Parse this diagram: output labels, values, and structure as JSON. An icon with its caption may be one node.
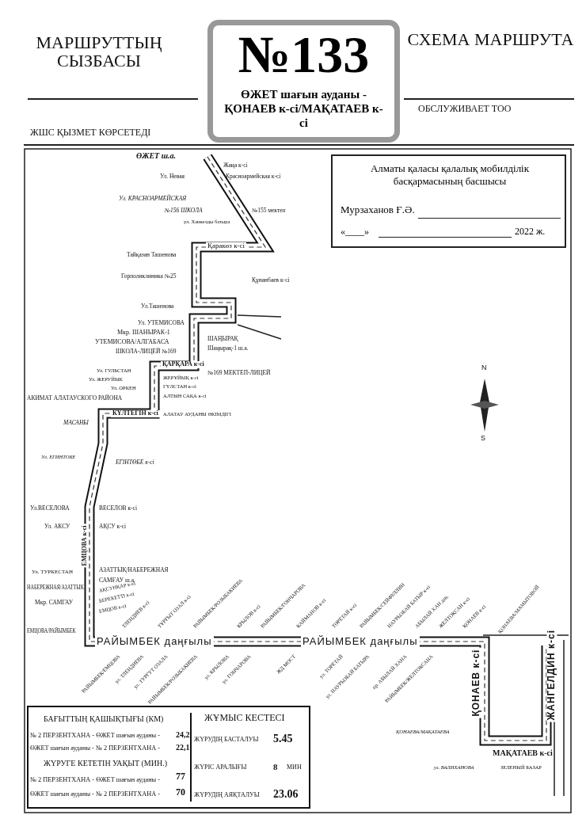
{
  "diagram": {
    "nodes": [
      {
        "text": [
          "№133",
          "ӨЖЕТ шағын ауданы - ҚОНАЕВ к-сі/МАҚАТАЕВ к-сі"
        ]
      },
      {
        "text": [
          "Алматы қаласы қалалық мобилділік басқармасының басшысы",
          "Мурзаханов Ғ.Ә.",
          "«____»",
          "2022 ж."
        ]
      }
    ],
    "labels": [
      "МАРШРУТТЫҢ СЫЗБАСЫ",
      "СХЕМА МАРШРУТА",
      "ЖШС ҚЫЗМЕТ КӨРСЕТЕДІ",
      "ОБСЛУЖИВАЕТ ТОО",
      "ӨЖЕТ ш.а.",
      "Жаңа к-сі",
      "Ул. Невая",
      "Красноармейская к-сі",
      "Ул. КРАСНОАРМЕЙСКАЯ",
      "№156 ШКОЛА",
      "№155 мектеп",
      "ул. Ханкелды батыра",
      "Қаракөз к-сі",
      "Тайқазан Ташенова",
      "Горполиклиника №25",
      "Құнанбаев к-сі",
      "Ул.Ташенова",
      "Ул. УТЕМИСОВА",
      "Мкр. ШАНЫРАК-1",
      "УТЕМИСОВА/АЛГАБАСА",
      "ШКОЛА-ЛИЦЕЙ №169",
      "ШАҢЫРАҚ",
      "Шаңырақ-1 ш.а.",
      "ҚАРҚАРА к-сі",
      "№169 МЕКТЕП-ЛИЦЕЙ",
      "Ул. ГУЛЬСТАН",
      "Ул. ЖЕРУЙЫК",
      "Ул. ОРКЕН",
      "АКИМАТ АЛАТАУСКОГО РАЙОНА",
      "ЖЕРҰЙЫҚ к-сі",
      "ГҮЛСТАН к-сі",
      "АЛТЫН САҚА к-сі",
      "КҮЛТЕГІН к-сі",
      "АЛАТАУ АУДАНЫ ӘКІМДІГІ",
      "МАСАНЫ",
      "Ул. ЕГИНТОБЕ",
      "ЕГІНТӨБЕ к-сі",
      "Ул.ВЕСЕЛОВА",
      "ВЕСЕЛОВ к-сі",
      "Ул. АКСУ",
      "АҚСУ к-сі",
      "Ул. ТУРКЕСТАН",
      "НАБЕРЕЖНАЯ/АЗАТТЫК",
      "Мкр. САМГАУ",
      "ЕМЦОВА/РАЙЫМБЕК",
      "АЗАТТЫҚ/НАБЕРЕЖНАЯ",
      "САМҒАУ ш.а.",
      "АҚСУНҚАР к-сі",
      "БЕРЕКЕТТІ к-сі",
      "ЕМЦОВ к-сі",
      "ЕМЦОВА к-сі",
      "ТЛЕНДИЕВ к-сі",
      "ТҰРҒЫТ ОЗАЛ к-сі",
      "РАЙЫМБЕК/РОЗЫБАКИЕВА",
      "КРЫЛОВ к-сі",
      "РАЙЫМБЕК/ГОНЧАРОВА",
      "КАЙМАНОВ к-сі",
      "ТӨРЕТАЙ к-сі",
      "РАЙЫМБЕК/СЕЙФУЛЛИН",
      "НАУРЫЗБАЙ БАТЫР к-сі",
      "АБЫЛАЙ ХАН даң.",
      "ЖЕЛТОҚСАН к-сі",
      "ҚОНАЕВ к-сі",
      "ҚОНАЕВА/МАМЫТОВОЙ",
      "РАЙЫМБЕК даңғылы",
      "РАЙЫМБЕК даңғылы",
      "РАЙЫМБЕК/ЕМЦОВА",
      "ул. ТЛЕНДИЕВА",
      "ул. ТУРГУТ ОЗАЛА",
      "РАЙЫМБЕК/РОЗЫБАКИЕВА",
      "ул. КРЫЛОВА",
      "ул. ГОНЧАРОВА",
      "ЖД МОСТ",
      "ул. ТОРЕТАЙ",
      "ул. НАУРЫЗБАЙ БАТЫРА",
      "пр. АБЫЛАЙ ХАНА",
      "РАЙЫМБЕК/ЖЕЛТОКСАНА",
      "ҚОНАЕВ к-сі",
      "ЖАНГЕЛДИН к-сі",
      "МАҚАТАЕВ к-сі",
      "ҚОНАЕВА/МАҚАТАЕВА",
      "ул. ВАЛИХАНОВА",
      "ЗЕЛЕНЫЙ БАЗАР",
      "N",
      "S",
      "БАҒЫТТЫҢ ҚАШЫҚТЫҒЫ (КМ)",
      "№ 2 ПЕРЗЕНТХАНА - ӨЖЕТ шағын ауданы -",
      "24,2",
      "ӨЖЕТ шағын ауданы - № 2 ПЕРЗЕНТХАНА -",
      "22,1",
      "ЖҮРУГЕ КЕТЕТІН УАҚЫТ (МИН.)",
      "№ 2 ПЕРЗЕНТХАНА - ӨЖЕТ шағын ауданы -",
      "77",
      "ӨЖЕТ шағын ауданы - № 2 ПЕРЗЕНТХАНА -",
      "70",
      "ЖҰМЫС КЕСТЕСІ",
      "ЖҮРУДІҢ БАСТАЛУЫ",
      "5.45",
      "ЖҮРІС АРАЛЫҒЫ",
      "8",
      "МИН",
      "ЖҮРУДІҢ АЯҚТАЛУЫ",
      "23.06"
    ]
  }
}
